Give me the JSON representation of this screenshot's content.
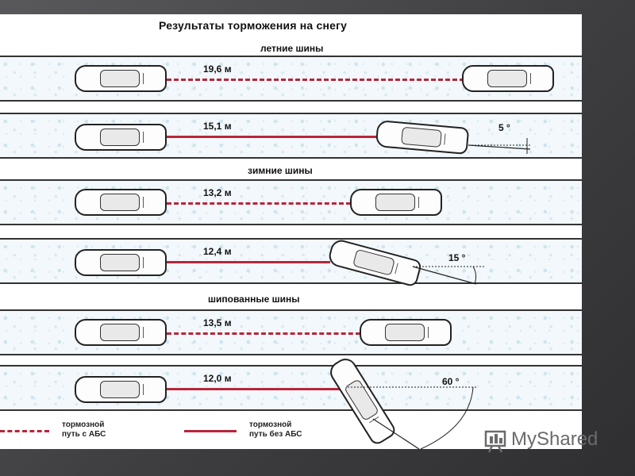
{
  "title": "Результаты торможения на снегу",
  "sections": {
    "summer": "летние шины",
    "winter": "зимние шины",
    "studded": "шипованные шины"
  },
  "lanes": [
    {
      "distance": "19,6 м",
      "type": "abs",
      "angle": ""
    },
    {
      "distance": "15,1 м",
      "type": "noabs",
      "angle": "5 °"
    },
    {
      "distance": "13,2 м",
      "type": "abs",
      "angle": ""
    },
    {
      "distance": "12,4 м",
      "type": "noabs",
      "angle": "15 °"
    },
    {
      "distance": "13,5 м",
      "type": "abs",
      "angle": ""
    },
    {
      "distance": "12,0 м",
      "type": "noabs",
      "angle": "60 °"
    }
  ],
  "legend": {
    "abs_line1": "тормозной",
    "abs_line2": "путь с АБС",
    "noabs_line1": "тормозной",
    "noabs_line2": "путь без АБС"
  },
  "watermark": "MyShared",
  "colors": {
    "trail": "#b8263a",
    "background": "#4a4a4d"
  }
}
